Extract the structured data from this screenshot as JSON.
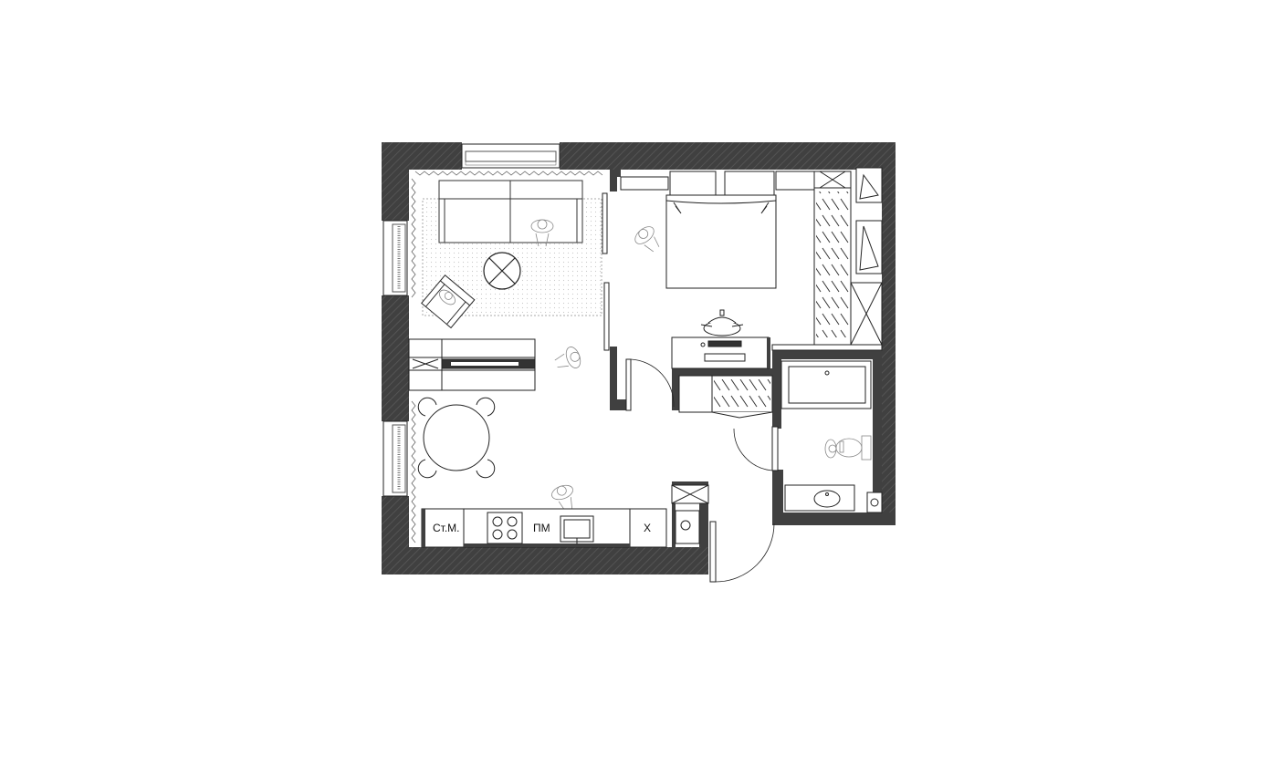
{
  "labels": {
    "washer": "Ст.М.",
    "dishwasher": "ПМ",
    "fridge": "Х"
  },
  "colors": {
    "wall_fill": "#404040",
    "line": "#222222",
    "light_line": "#9a9a9a",
    "background": "#ffffff"
  }
}
